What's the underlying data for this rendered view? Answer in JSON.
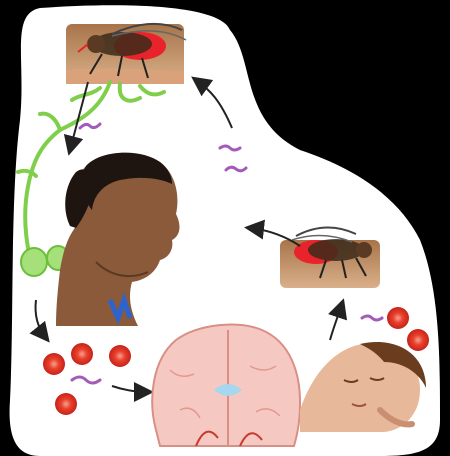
{
  "diagram": {
    "kind": "parasite life cycle illustration",
    "stages": [
      {
        "id": "fly-bite-top",
        "icon": "tsetse-fly-on-skin-icon"
      },
      {
        "id": "parasites-enter",
        "icon": "trypanosome-icon"
      },
      {
        "id": "human-host",
        "icon": "woman-profile-icon"
      },
      {
        "id": "blood-stage",
        "icon": "red-blood-cell-icon"
      },
      {
        "id": "brain-stage",
        "icon": "brain-section-icon"
      },
      {
        "id": "sleeping-patient",
        "icon": "sleeping-face-icon"
      },
      {
        "id": "fly-bite-right",
        "icon": "tsetse-fly-on-skin-icon"
      }
    ],
    "colors": {
      "background": "#000000",
      "panel": "#ffffff",
      "skin": "#b98a5e",
      "fly_blood": "#e8232b",
      "lymph_green": "#7fcf4a",
      "parasite_purple": "#a45ab8",
      "rbc_red": "#e8412c",
      "brain_pink": "#f5c9c2",
      "arrow": "#222222"
    }
  }
}
